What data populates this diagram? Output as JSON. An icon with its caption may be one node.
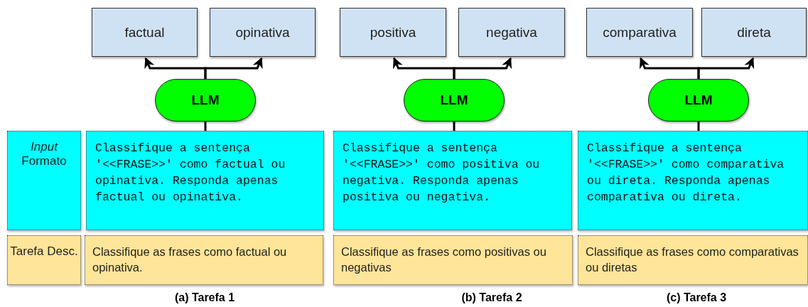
{
  "diagram": {
    "nodes": [
      {
        "text": [
          "factual"
        ]
      },
      {
        "text": [
          "opinativa"
        ]
      },
      {
        "text": [
          "positiva"
        ]
      },
      {
        "text": [
          "negativa"
        ]
      },
      {
        "text": [
          "comparativa"
        ]
      },
      {
        "text": [
          "direta"
        ]
      },
      {
        "text": [
          "LLM"
        ]
      },
      {
        "text": [
          "LLM"
        ]
      },
      {
        "text": [
          "LLM"
        ]
      },
      {
        "text": [
          "*Input* Formato"
        ]
      },
      {
        "text": [
          "Classifique a sentença '<<FRASE>>' como factual ou opinativa. Responda apenas factual ou opinativa."
        ]
      },
      {
        "text": [
          "Classifique a sentença '<<FRASE>>' como positiva ou negativa. Responda apenas positiva ou negativa."
        ]
      },
      {
        "text": [
          "Classifique a sentença '<<FRASE>>' como comparativa ou direta. Responda apenas comparativa ou direta."
        ]
      },
      {
        "text": [
          "Tarefa Desc."
        ]
      },
      {
        "text": [
          "Classifique as frases como factual ou opinativa."
        ]
      },
      {
        "text": [
          "Classifique as frases como positivas ou negativas"
        ]
      },
      {
        "text": [
          "Classifique as frases como comparativas ou diretas"
        ]
      }
    ],
    "edges": [
      {
        "from": 10,
        "to": 6,
        "arrow": "none"
      },
      {
        "from": 6,
        "to": 0,
        "arrow": "to"
      },
      {
        "from": 6,
        "to": 1,
        "arrow": "to"
      },
      {
        "from": 11,
        "to": 7,
        "arrow": "none"
      },
      {
        "from": 7,
        "to": 2,
        "arrow": "to"
      },
      {
        "from": 7,
        "to": 3,
        "arrow": "to"
      },
      {
        "from": 12,
        "to": 8,
        "arrow": "none"
      },
      {
        "from": 8,
        "to": 4,
        "arrow": "to"
      },
      {
        "from": 8,
        "to": 5,
        "arrow": "to"
      }
    ],
    "labels": [
      "(a) Tarefa 1",
      "(b) Tarefa 2",
      "(c) Tarefa 3"
    ]
  }
}
